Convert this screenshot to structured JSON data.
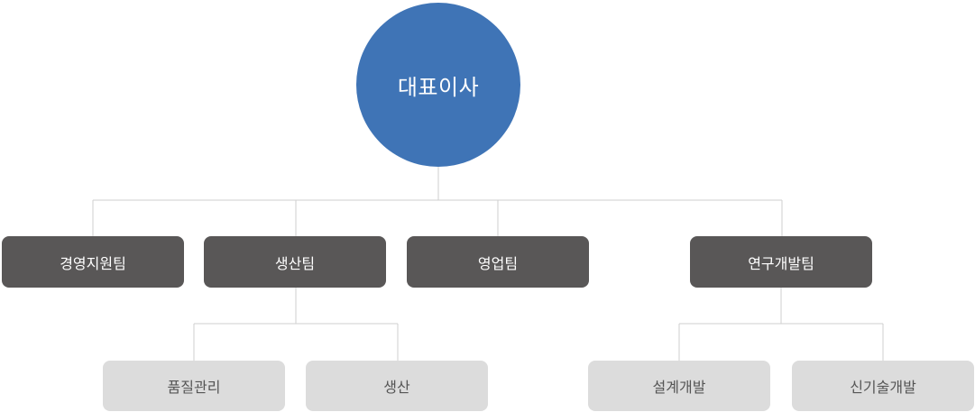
{
  "chart": {
    "ceo": "대표이사",
    "teams": [
      "경영지원팀",
      "생산팀",
      "영업팀",
      "연구개발팀"
    ],
    "production_subteams": [
      "품질관리",
      "생산"
    ],
    "rnd_subteams": [
      "설계개발",
      "신기술개발"
    ]
  },
  "colors": {
    "ceo": "#3f74b6",
    "team": "#595757",
    "subteam": "#dcdcdc",
    "connector": "#cfcfcf"
  }
}
